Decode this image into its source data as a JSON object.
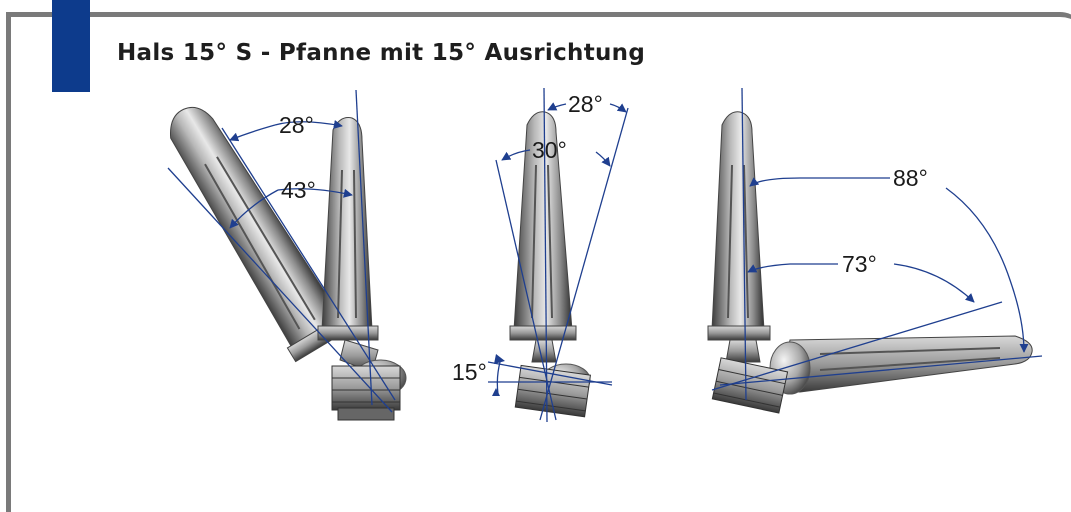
{
  "title": "Hals 15° S - Pfanne mit 15° Ausrichtung",
  "colors": {
    "accent": "#0d3b8c",
    "line": "#1f3f8f",
    "frame": "#7a7a7a"
  },
  "views": [
    {
      "name": "left",
      "angles": [
        "28°",
        "43°"
      ]
    },
    {
      "name": "center",
      "angles": [
        "28°",
        "30°",
        "15°"
      ]
    },
    {
      "name": "right",
      "angles": [
        "88°",
        "73°"
      ]
    }
  ]
}
